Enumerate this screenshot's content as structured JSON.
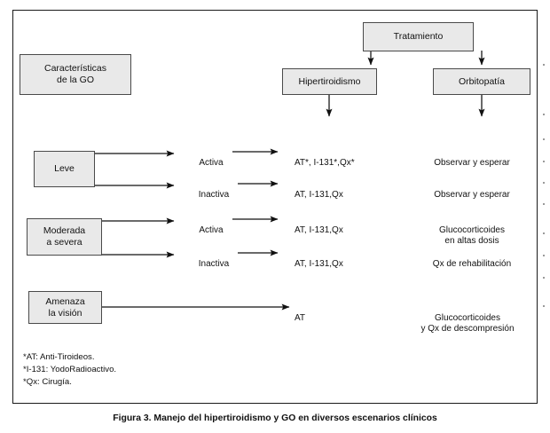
{
  "figure": {
    "caption": "Figura 3. Manejo del hipertiroidismo y GO en diversos escenarios clínicos",
    "border_color": "#1a1a1a",
    "node_fill": "#e9e9e9",
    "node_border": "#4a4a4a"
  },
  "nodes": {
    "tratamiento": "Tratamiento",
    "hipertiroidismo": "Hipertiroidismo",
    "orbitopatia": "Orbitopatía",
    "caracteristicas": "Características\nde la GO",
    "leve": "Leve",
    "moderada": "Moderada\na severa",
    "amenaza": "Amenaza\nla visión"
  },
  "rows": [
    {
      "severity": "leve",
      "activity": "Activa",
      "treatment": "AT*, I-131*,Qx*",
      "outcome": "Observar y esperar"
    },
    {
      "severity": "leve",
      "activity": "Inactiva",
      "treatment": "AT, I-131,Qx",
      "outcome": "Observar y esperar"
    },
    {
      "severity": "moderada",
      "activity": "Activa",
      "treatment": "AT, I-131,Qx",
      "outcome": "Glucocorticoides\nen altas dosis"
    },
    {
      "severity": "moderada",
      "activity": "Inactiva",
      "treatment": "AT, I-131,Qx",
      "outcome": "Qx de rehabilitación"
    },
    {
      "severity": "amenaza",
      "activity": "",
      "treatment": "AT",
      "outcome": "Glucocorticoides\ny Qx de descompresión"
    }
  ],
  "footnotes": "*AT: Anti-Tiroideos.\n*I-131: YodoRadioactivo.\n*Qx: Cirugía."
}
